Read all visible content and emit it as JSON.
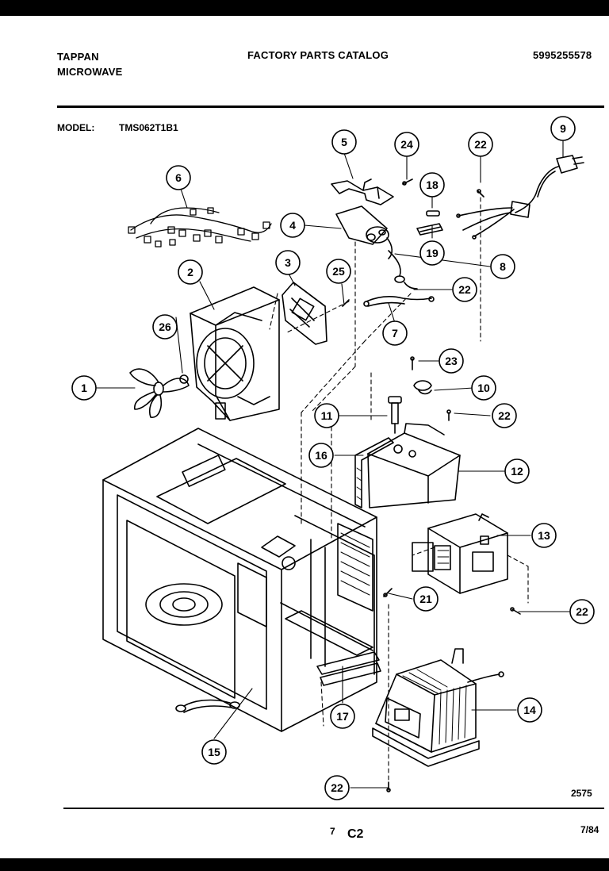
{
  "header": {
    "brand_line1": "TAPPAN",
    "brand_line2": "MICROWAVE",
    "catalog_title": "FACTORY PARTS CATALOG",
    "part_number": "5995255578"
  },
  "model": {
    "label": "MODEL:",
    "value": "TMS062T1B1"
  },
  "callouts": [
    {
      "id": "c1",
      "label": "1"
    },
    {
      "id": "c2",
      "label": "2"
    },
    {
      "id": "c3",
      "label": "3"
    },
    {
      "id": "c4",
      "label": "4"
    },
    {
      "id": "c5",
      "label": "5"
    },
    {
      "id": "c6",
      "label": "6"
    },
    {
      "id": "c7",
      "label": "7"
    },
    {
      "id": "c8",
      "label": "8"
    },
    {
      "id": "c9",
      "label": "9"
    },
    {
      "id": "c10",
      "label": "10"
    },
    {
      "id": "c11",
      "label": "11"
    },
    {
      "id": "c12",
      "label": "12"
    },
    {
      "id": "c13",
      "label": "13"
    },
    {
      "id": "c14",
      "label": "14"
    },
    {
      "id": "c15",
      "label": "15"
    },
    {
      "id": "c16",
      "label": "16"
    },
    {
      "id": "c17",
      "label": "17"
    },
    {
      "id": "c18",
      "label": "18"
    },
    {
      "id": "c19",
      "label": "19"
    },
    {
      "id": "c21",
      "label": "21"
    },
    {
      "id": "c22a",
      "label": "22"
    },
    {
      "id": "c22b",
      "label": "22"
    },
    {
      "id": "c22c",
      "label": "22"
    },
    {
      "id": "c22d",
      "label": "22"
    },
    {
      "id": "c22e",
      "label": "22"
    },
    {
      "id": "c23",
      "label": "23"
    },
    {
      "id": "c24",
      "label": "24"
    },
    {
      "id": "c25",
      "label": "25"
    },
    {
      "id": "c26",
      "label": "26"
    }
  ],
  "footer": {
    "drawing_code": "2575",
    "page_number": "7",
    "section": "C2",
    "date": "7/84"
  }
}
